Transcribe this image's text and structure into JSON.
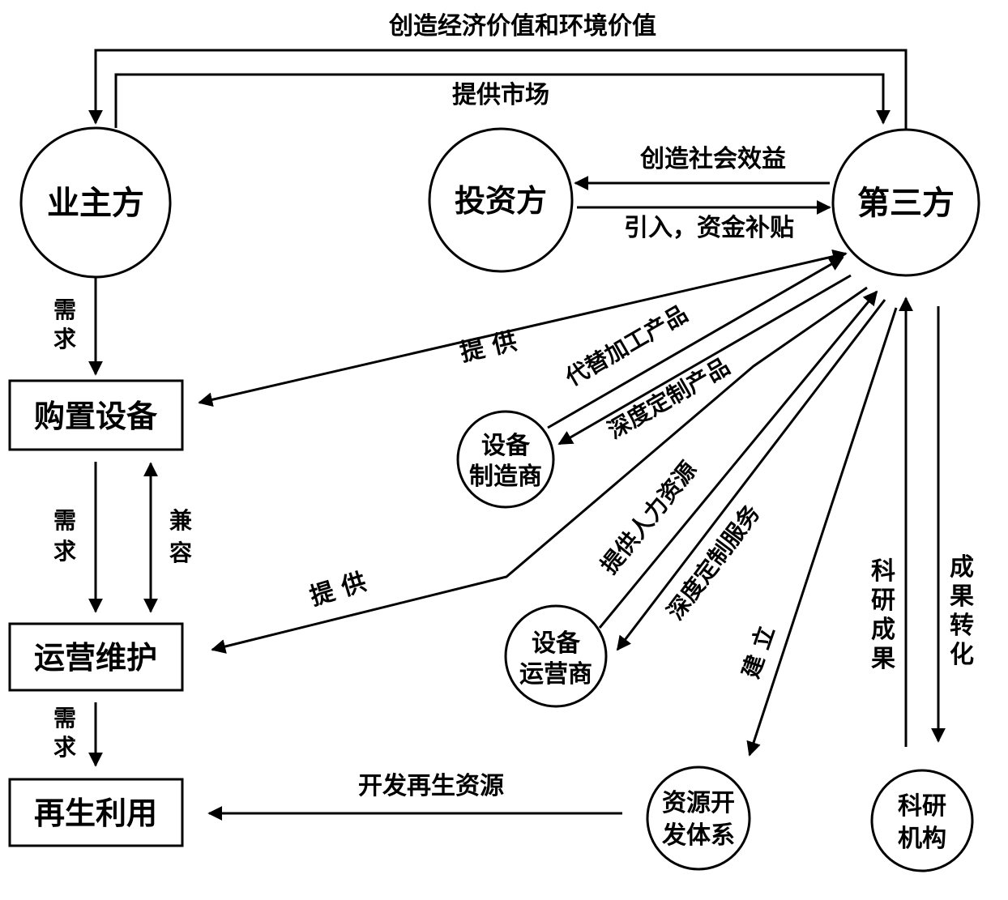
{
  "nodes": {
    "owner": "业主方",
    "investor": "投资方",
    "third_party": "第三方",
    "manufacturer": [
      "设备",
      "制造商"
    ],
    "operator": [
      "设备",
      "运营商"
    ],
    "resource_system": [
      "资源开",
      "发体系"
    ],
    "research": [
      "科研",
      "机构"
    ],
    "purchase": "购置设备",
    "operation": "运营维护",
    "recycle": "再生利用"
  },
  "edges": {
    "create_value": "创造经济价值和环境价值",
    "provide_market": "提供市场",
    "social_benefit": "创造社会效益",
    "funding": "引入，资金补贴",
    "demand_1": [
      "需",
      "求"
    ],
    "demand_2": [
      "需",
      "求"
    ],
    "demand_3": [
      "需",
      "求"
    ],
    "compatible": [
      "兼",
      "容"
    ],
    "provide_1": "提 供",
    "provide_2": "提 供",
    "oem": "代替加工产品",
    "custom_product": "深度定制产品",
    "hr": "提供人力资源",
    "custom_service": "深度定制服务",
    "build": "建 立",
    "research_results": [
      "科",
      "研",
      "成",
      "果"
    ],
    "transform": [
      "成",
      "果",
      "转",
      "化"
    ],
    "develop_resource": "开发再生资源"
  }
}
